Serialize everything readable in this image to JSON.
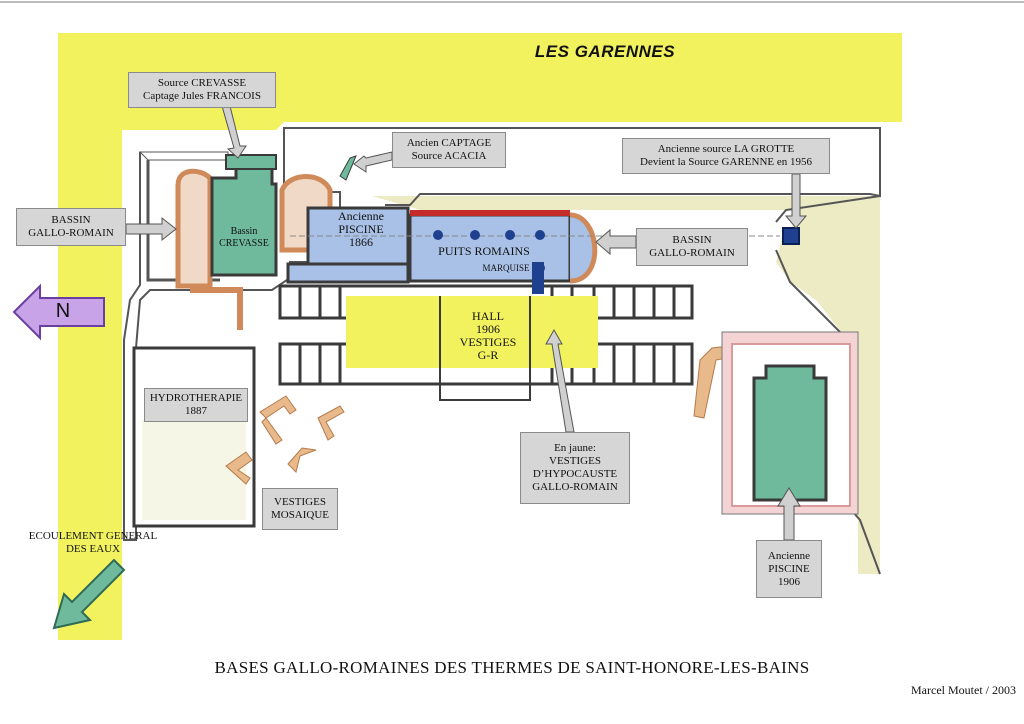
{
  "map": {
    "title": "BASES GALLO-ROMAINES DES THERMES DE SAINT-HONORE-LES-BAINS",
    "credit": "Marcel Moutet / 2003",
    "area_label": "LES GARENNES",
    "north_label": "N",
    "flow_label": "ECOULEMENT GENERAL\nDES EAUX"
  },
  "labels": {
    "source_crevasse": "Source CREVASSE\nCaptage Jules FRANCOIS",
    "ancien_captage": "Ancien CAPTAGE\nSource ACACIA",
    "ancienne_source": "Ancienne source LA GROTTE\nDevient la Source GARENNE en 1956",
    "bassin_left": "BASSIN\nGALLO-ROMAIN",
    "bassin_right": "BASSIN\nGALLO-ROMAIN",
    "hydrotherapie": "HYDROTHERAPIE\n1887",
    "vestiges_mosaique": "VESTIGES\nMOSAIQUE",
    "en_jaune": "En jaune:\nVESTIGES\nD’HYPOCAUSTE\nGALLO-ROMAIN",
    "ancienne_piscine_1906": "Ancienne\nPISCINE\n1906"
  },
  "inplan": {
    "bassin_crevasse": "Bassin\nCREVASSE",
    "ancienne_piscine_1866": "Ancienne\nPISCINE\n1866",
    "puits_romains": "PUITS ROMAINS",
    "marquise": "MARQUISE",
    "hall": "HALL\n1906\nVESTIGES\nG-R"
  },
  "colors": {
    "yellow": "#f2f25e",
    "beige": "#ecebc4",
    "teal": "#6fb99d",
    "blue": "#a9c1e6",
    "dark_blue": "#1f3f8f",
    "salmon": "#e8b98a",
    "pink": "#f4d3d4",
    "red": "#c42b2b",
    "wall": "#3a3a3a",
    "arrow_grey": "#d0d0d0",
    "north": "#c9a3e8"
  }
}
